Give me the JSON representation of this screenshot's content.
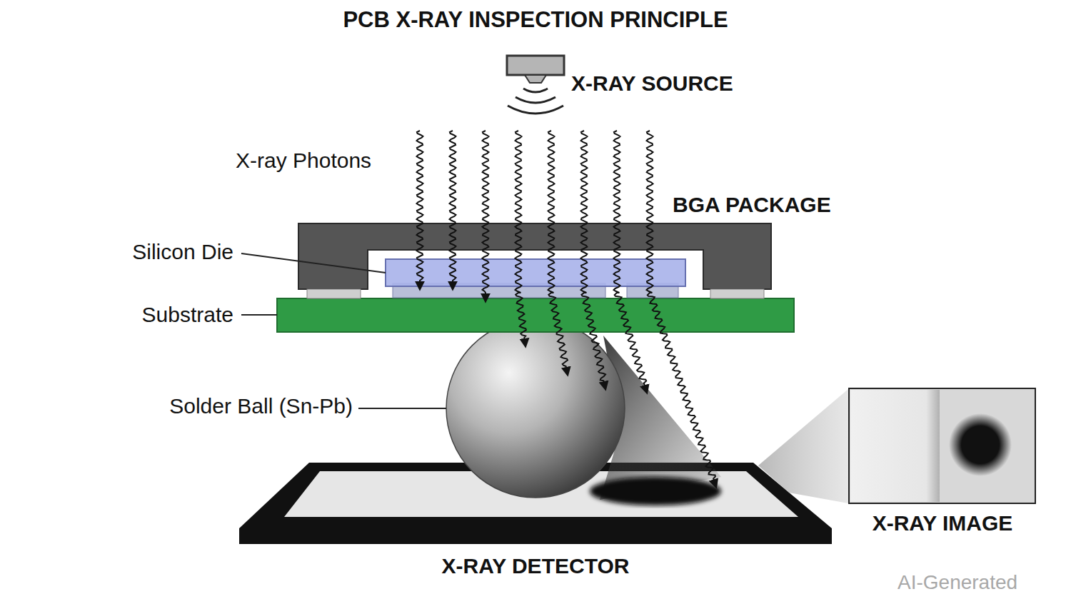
{
  "diagram": {
    "title": "PCB X-RAY INSPECTION PRINCIPLE",
    "labels": [
      "X-RAY SOURCE",
      "X-ray Photons",
      "BGA PACKAGE",
      "Silicon Die",
      "Substrate",
      "Solder Ball (Sn-Pb)",
      "X-RAY IMAGE",
      "X-RAY DETECTOR",
      "AI-Generated"
    ]
  }
}
